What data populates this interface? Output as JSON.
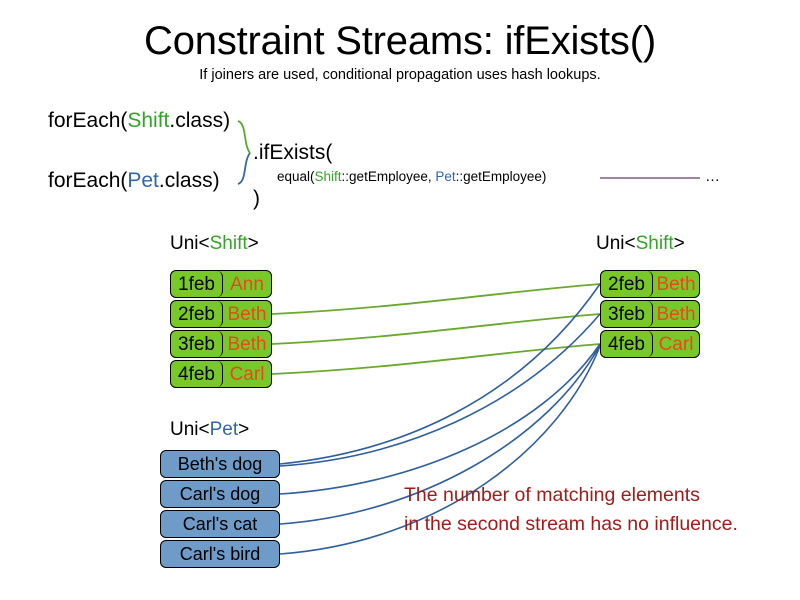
{
  "slide": {
    "title": "Constraint Streams: ifExists()",
    "subtitle": "If joiners are used, conditional propagation uses hash lookups.",
    "background_color": "#ffffff"
  },
  "colors": {
    "shift_accent": "#34a329",
    "pet_accent": "#3465a4",
    "shift_box_fill": "#78c82a",
    "pet_box_fill": "#6f9bc9",
    "name_text": "#e8491c",
    "annotation_text": "#a01c1c",
    "green_wire": "#6aa82e",
    "blue_wire": "#2f5f9e",
    "ellipsis_rule": "#7c5f82"
  },
  "code": {
    "foreach_shift": {
      "prefix": "forEach(",
      "type": "Shift",
      "suffix": ".class)"
    },
    "foreach_pet": {
      "prefix": "forEach(",
      "type": "Pet",
      "suffix": ".class)"
    },
    "if_exists": ".ifExists(",
    "equal": {
      "prefix": "equal(",
      "left_type": "Shift",
      "left_method": "::getEmployee, ",
      "right_type": "Pet",
      "right_method": "::getEmployee)"
    },
    "close_paren": ")",
    "ellipsis": "…"
  },
  "streams": {
    "left_shift": {
      "label_prefix": "Uni<",
      "label_type": "Shift",
      "label_suffix": ">",
      "rows": [
        {
          "date": "1feb",
          "employee": "Ann"
        },
        {
          "date": "2feb",
          "employee": "Beth"
        },
        {
          "date": "3feb",
          "employee": "Beth"
        },
        {
          "date": "4feb",
          "employee": "Carl"
        }
      ]
    },
    "right_shift": {
      "label_prefix": "Uni<",
      "label_type": "Shift",
      "label_suffix": ">",
      "rows": [
        {
          "date": "2feb",
          "employee": "Beth"
        },
        {
          "date": "3feb",
          "employee": "Beth"
        },
        {
          "date": "4feb",
          "employee": "Carl"
        }
      ]
    },
    "left_pet": {
      "label_prefix": "Uni<",
      "label_type": "Pet",
      "label_suffix": ">",
      "rows": [
        {
          "name": "Beth's dog"
        },
        {
          "name": "Carl's dog"
        },
        {
          "name": "Carl's cat"
        },
        {
          "name": "Carl's bird"
        }
      ]
    }
  },
  "annotation": {
    "line1": "The number of matching elements",
    "line2": "in the second stream has no influence."
  }
}
